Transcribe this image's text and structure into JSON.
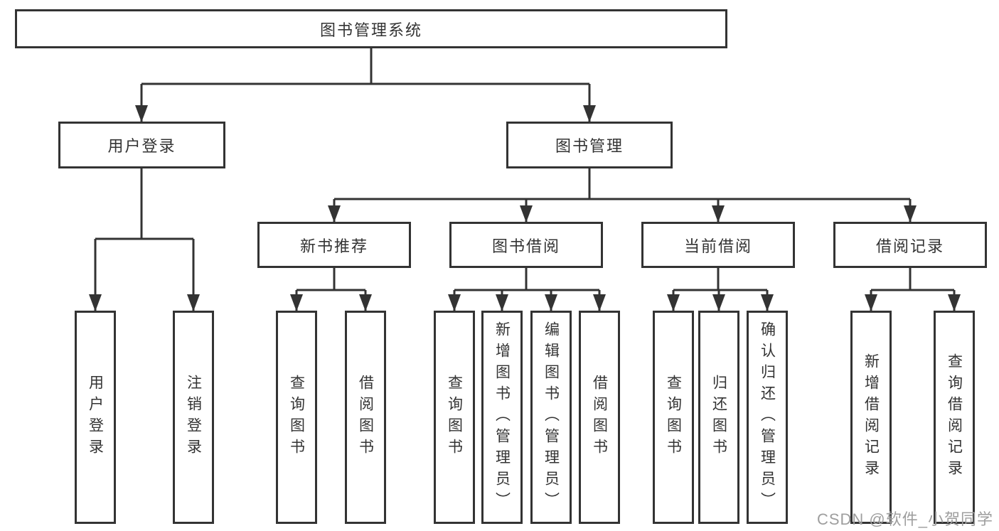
{
  "diagram": {
    "root": {
      "label": "图书管理系统"
    },
    "level2": [
      {
        "label": "用户登录",
        "children": [
          {
            "label": "用户登录"
          },
          {
            "label": "注销登录"
          }
        ]
      },
      {
        "label": "图书管理",
        "children": [
          {
            "label": "新书推荐",
            "children": [
              {
                "label": "查询图书"
              },
              {
                "label": "借阅图书"
              }
            ]
          },
          {
            "label": "图书借阅",
            "children": [
              {
                "label": "查询图书"
              },
              {
                "label": "新增图书（管理员）"
              },
              {
                "label": "编辑图书（管理员）"
              },
              {
                "label": "借阅图书"
              }
            ]
          },
          {
            "label": "当前借阅",
            "children": [
              {
                "label": "查询图书"
              },
              {
                "label": "归还图书"
              },
              {
                "label": "确认归还（管理员）"
              }
            ]
          },
          {
            "label": "借阅记录",
            "children": [
              {
                "label": "新增借阅记录"
              },
              {
                "label": "查询借阅记录"
              }
            ]
          }
        ]
      }
    ]
  },
  "watermark": "CSDN @软件_小贺同学",
  "colors": {
    "line": "#333333",
    "box_border": "#333333",
    "text": "#333333",
    "watermark": "#9e9e9e"
  }
}
